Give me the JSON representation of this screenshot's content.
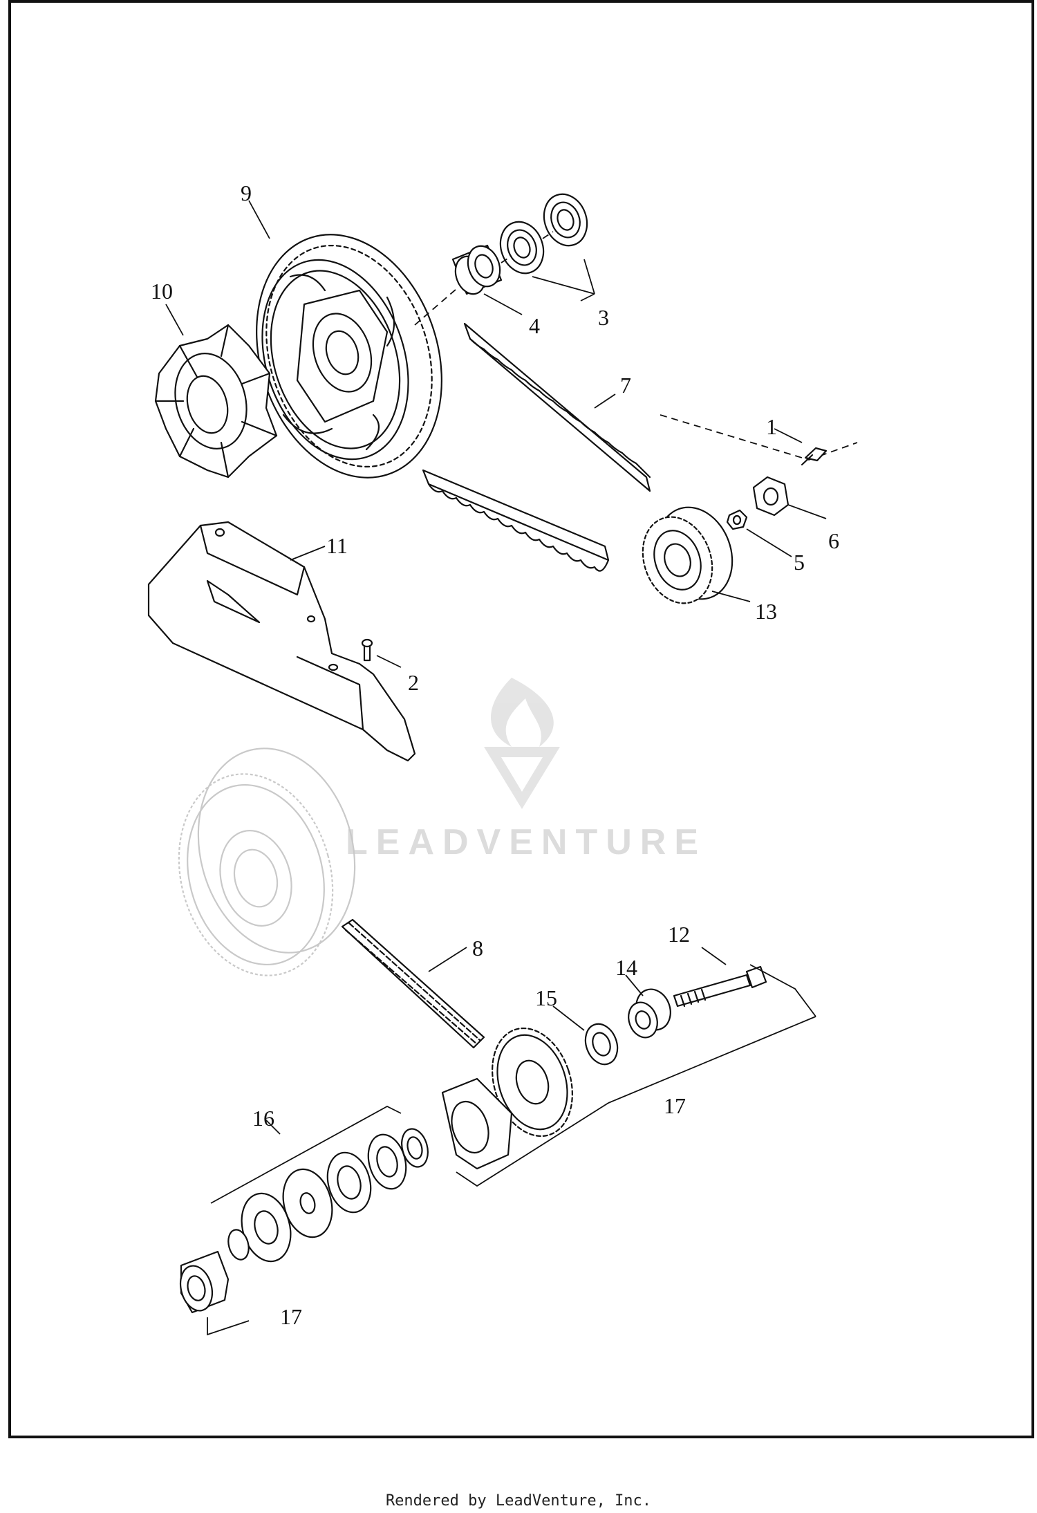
{
  "callouts": {
    "c1": "1",
    "c2": "2",
    "c3": "3",
    "c4": "4",
    "c5": "5",
    "c6": "6",
    "c7": "7",
    "c8": "8",
    "c9": "9",
    "c10": "10",
    "c11": "11",
    "c12": "12",
    "c13": "13",
    "c14": "14",
    "c15": "15",
    "c16": "16",
    "c17a": "17",
    "c17b": "17"
  },
  "watermark": "LEADVENTURE",
  "footer": "Rendered by LeadVenture, Inc."
}
